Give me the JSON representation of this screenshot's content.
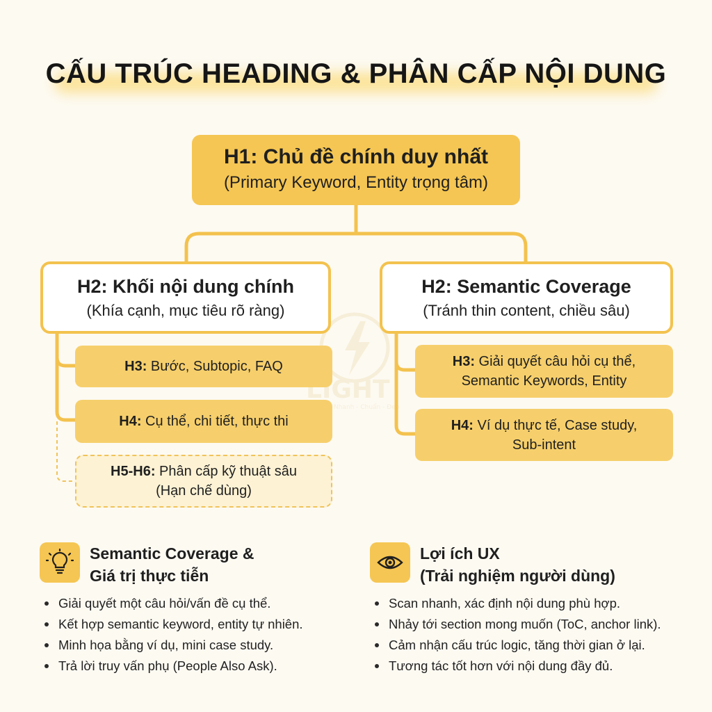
{
  "title": "CẤU TRÚC HEADING & PHÂN CẤP NỘI DUNG",
  "h1": {
    "title": "H1: Chủ đề chính duy nhất",
    "subtitle": "(Primary Keyword, Entity trọng tâm)"
  },
  "h2_left": {
    "title": "H2: Khối nội dung chính",
    "subtitle": "(Khía cạnh, mục tiêu rõ ràng)",
    "children": [
      {
        "tag": "H3:",
        "text": " Bước, Subtopic, FAQ"
      },
      {
        "tag": "H4:",
        "text": " Cụ thể, chi tiết, thực thi"
      },
      {
        "tag": "H5-H6:",
        "text": " Phân cấp kỹ thuật sâu",
        "line2": "(Hạn chế dùng)"
      }
    ]
  },
  "h2_right": {
    "title": "H2: Semantic Coverage",
    "subtitle": "(Tránh thin content, chiều sâu)",
    "children": [
      {
        "tag": "H3:",
        "text": " Giải quyết câu hỏi cụ thể,",
        "line2": "Semantic Keywords, Entity"
      },
      {
        "tag": "H4:",
        "text": " Ví dụ thực tế, Case study,",
        "line2": "Sub-intent"
      }
    ]
  },
  "watermark": {
    "text": "LIGHT",
    "tagline": "Nhanh - Chuẩn - Đẹp"
  },
  "section_left": {
    "icon": "lightbulb-icon",
    "title_line1": "Semantic Coverage &",
    "title_line2": "Giá trị thực tiễn",
    "bullets": [
      "Giải quyết một câu hỏi/vấn đề cụ thể.",
      "Kết hợp semantic keyword, entity tự nhiên.",
      "Minh họa bằng ví dụ, mini case study.",
      "Trả lời truy vấn phụ (People Also Ask)."
    ]
  },
  "section_right": {
    "icon": "eye-icon",
    "title_line1": "Lợi ích UX",
    "title_line2": "(Trải nghiệm người dùng)",
    "bullets": [
      "Scan nhanh, xác định nội dung phù hợp.",
      "Nhảy tới section mong muốn (ToC, anchor link).",
      "Cảm nhận cấu trúc logic, tăng thời gian ở lại.",
      "Tương tác tốt hơn với nội dung đầy đủ."
    ]
  },
  "colors": {
    "accent": "#f5c653",
    "accent_light": "#f6cf6c",
    "border": "#f3c24e",
    "dashed_fill": "#fdf2d4",
    "background": "#fdfaf2"
  }
}
